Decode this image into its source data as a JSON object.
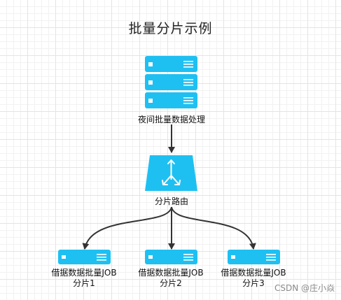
{
  "title": "批量分片示例",
  "colors": {
    "node_fill": "#1ec0f2",
    "node_detail": "#ffffff",
    "edge": "#333333"
  },
  "nodes": {
    "batch_server": {
      "label": "夜间批量数据处理",
      "icon": "server-stack-icon"
    },
    "router": {
      "label": "分片路由",
      "icon": "router-icon"
    },
    "jobs": [
      {
        "label": "借据数据批量JOB",
        "sub": "分片1",
        "icon": "server-icon"
      },
      {
        "label": "借据数据批量JOB",
        "sub": "分片2",
        "icon": "server-icon"
      },
      {
        "label": "借据数据批量JOB",
        "sub": "分片3",
        "icon": "server-icon"
      }
    ]
  },
  "watermark": "CSDN @庄小焱"
}
